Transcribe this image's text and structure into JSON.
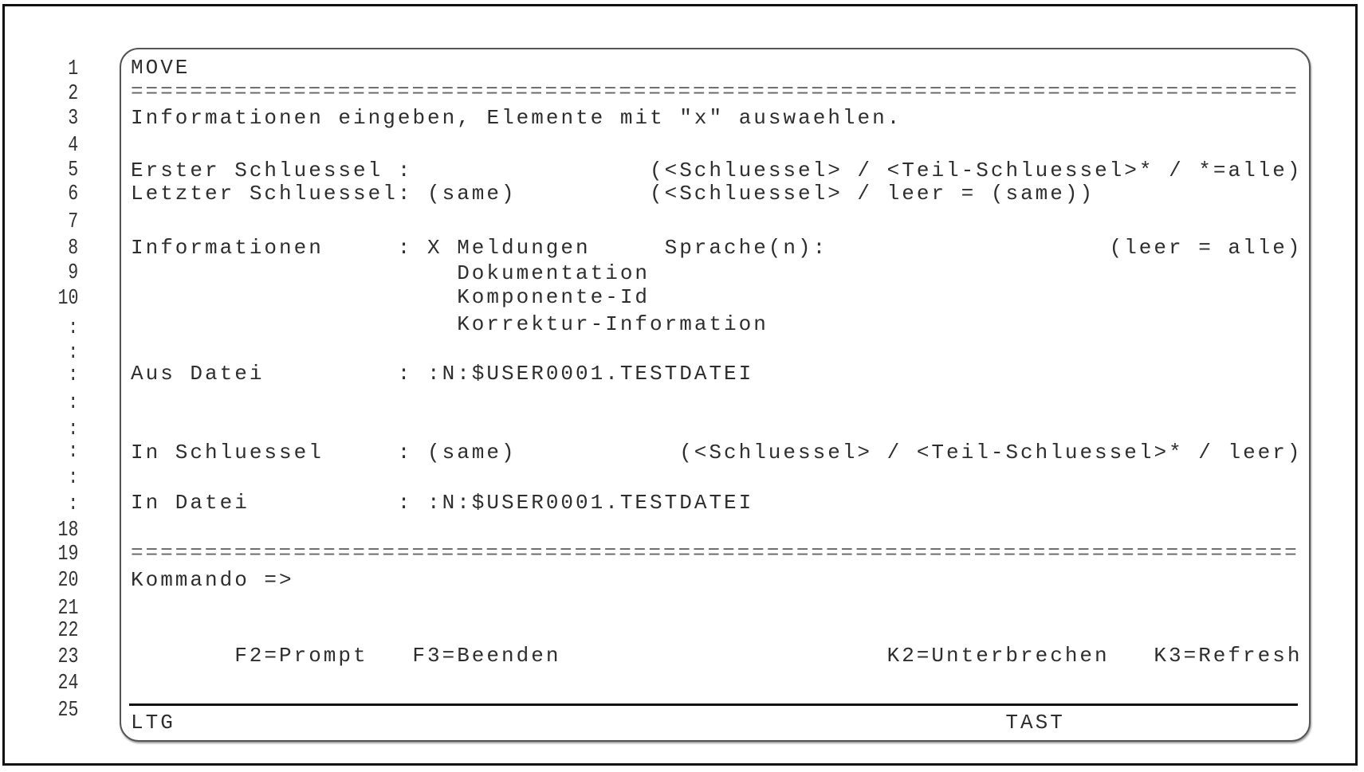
{
  "line_numbers": [
    "1",
    "2",
    "3",
    "4",
    "5",
    "6",
    "7",
    "8",
    "9",
    "10",
    ":",
    ":",
    ":",
    ":",
    ":",
    ":",
    ":",
    ":",
    "18",
    "19",
    "20",
    "21",
    "22",
    "23",
    "24",
    "25"
  ],
  "screen": {
    "title": "MOVE",
    "separator": "===============================================================================",
    "instruction": "Informationen eingeben, Elemente mit \"x\" auswaehlen.",
    "first_key_label": "Erster Schluessel :",
    "first_key_value": "",
    "first_key_hint": "(<Schluessel> / <Teil-Schluessel>* / *=alle)",
    "last_key_label": "Letzter Schluessel:",
    "last_key_value": "(same)",
    "last_key_hint": "(<Schluessel> / leer = (same))",
    "info_label": "Informationen",
    "colon": ":",
    "options": [
      {
        "mark": "X",
        "label": "Meldungen"
      },
      {
        "mark": "",
        "label": "Dokumentation"
      },
      {
        "mark": "",
        "label": "Komponente-Id"
      },
      {
        "mark": "",
        "label": "Korrektur-Information"
      }
    ],
    "language_label": "Sprache(n):",
    "language_value": "",
    "language_hint": "(leer = alle)",
    "from_file_label": "Aus Datei",
    "from_file_value": ":N:$USER0001.TESTDATEI",
    "to_key_label": "In Schluessel",
    "to_key_value": "(same)",
    "to_key_hint": "(<Schluessel> / <Teil-Schluessel>* / leer)",
    "to_file_label": "In Datei",
    "to_file_value": ":N:$USER0001.TESTDATEI",
    "command_label": "Kommando =>",
    "command_value": "",
    "fkeys": [
      "F2=Prompt",
      "F3=Beenden",
      "K2=Unterbrechen",
      "K3=Refresh"
    ],
    "status_left": "LTG",
    "status_right": "TAST"
  }
}
